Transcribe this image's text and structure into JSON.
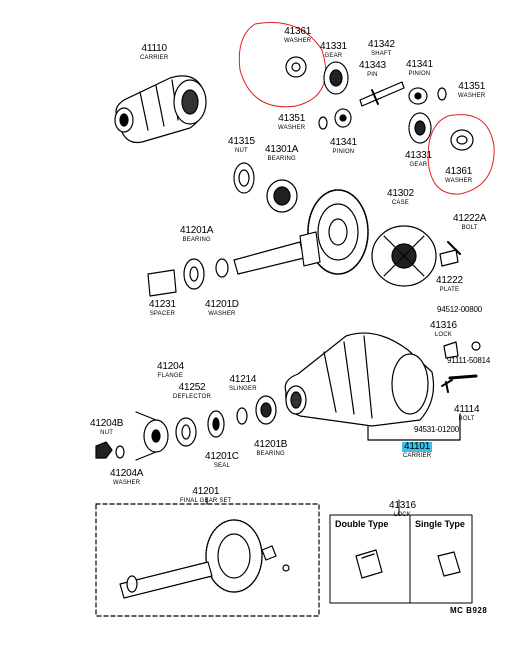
{
  "parts": [
    {
      "num": "41110",
      "name": "CARRIER"
    },
    {
      "num": "41361",
      "name": "WASHER"
    },
    {
      "num": "41331",
      "name": "GEAR"
    },
    {
      "num": "41342",
      "name": "SHAFT"
    },
    {
      "num": "41343",
      "name": "PIN"
    },
    {
      "num": "41341",
      "name": "PINION"
    },
    {
      "num": "41351",
      "name": "WASHER"
    },
    {
      "num": "41351",
      "name": "WASHER"
    },
    {
      "num": "41341",
      "name": "PINION"
    },
    {
      "num": "41331",
      "name": "GEAR"
    },
    {
      "num": "41361",
      "name": "WASHER"
    },
    {
      "num": "41315",
      "name": "NUT"
    },
    {
      "num": "41301A",
      "name": "BEARING"
    },
    {
      "num": "41302",
      "name": "CASE"
    },
    {
      "num": "41222A",
      "name": "BOLT"
    },
    {
      "num": "41201A",
      "name": "BEARING"
    },
    {
      "num": "41222",
      "name": "PLATE"
    },
    {
      "num": "41231",
      "name": "SPACER"
    },
    {
      "num": "41201D",
      "name": "WASHER"
    },
    {
      "num": "94512-00800",
      "name": ""
    },
    {
      "num": "41316",
      "name": "LOCK"
    },
    {
      "num": "91111-50814",
      "name": ""
    },
    {
      "num": "41204",
      "name": "FLANGE"
    },
    {
      "num": "41252",
      "name": "DEFLECTOR"
    },
    {
      "num": "41214",
      "name": "SLINGER"
    },
    {
      "num": "41114",
      "name": "BOLT"
    },
    {
      "num": "94531-01200",
      "name": ""
    },
    {
      "num": "41204B",
      "name": "NUT"
    },
    {
      "num": "41101",
      "name": "CARRIER"
    },
    {
      "num": "41201C",
      "name": "SEAL"
    },
    {
      "num": "41201B",
      "name": "BEARING"
    },
    {
      "num": "41204A",
      "name": "WASHER"
    },
    {
      "num": "41201",
      "name": "FINAL GEAR SET"
    },
    {
      "num": "41316",
      "name": "LOCK"
    }
  ],
  "inset": {
    "double_type": "Double Type",
    "single_type": "Single Type"
  },
  "reference_code": "MC B928",
  "colors": {
    "highlight": "#39c2e6",
    "circle": "#e02020",
    "ink": "#000000"
  }
}
